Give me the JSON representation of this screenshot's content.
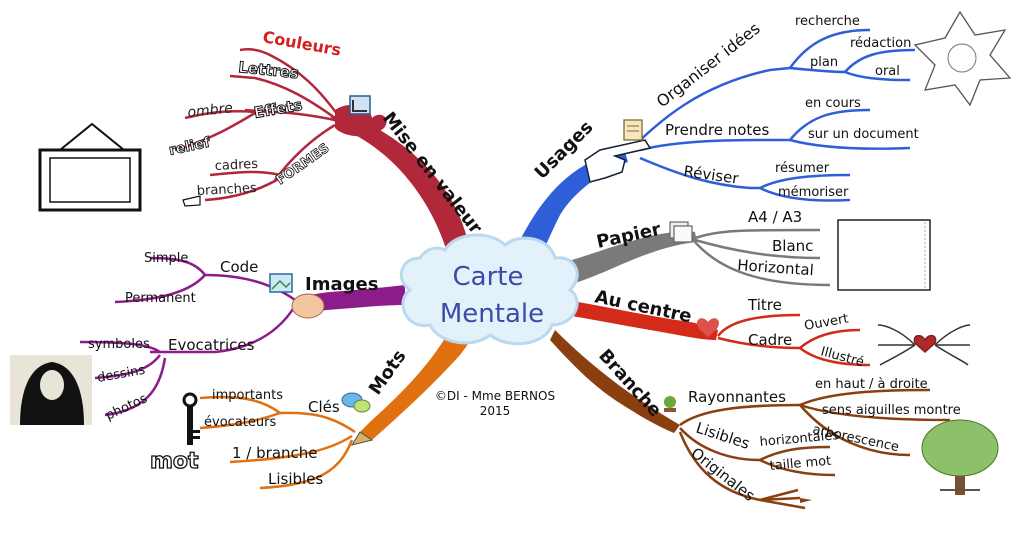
{
  "center": {
    "line1": "Carte",
    "line2": "Mentale"
  },
  "credit": {
    "line1": "©DI - Mme BERNOS",
    "line2": "2015"
  },
  "branches": {
    "mise_en_valeur": {
      "label": "Mise en valeur",
      "color": "#b0283a",
      "items": {
        "couleurs": "Couleurs",
        "lettres": "Lettres",
        "effets": "Effets",
        "ombre": "ombre",
        "relief": "relief",
        "cadres": "cadres",
        "branches": "branches",
        "formes": "FORMES"
      }
    },
    "usages": {
      "label": "Usages",
      "color": "#2f5fd8",
      "organiser": {
        "label": "Organiser idées",
        "recherche": "recherche",
        "plan": "plan",
        "redaction": "rédaction",
        "oral": "oral"
      },
      "prendre": {
        "label": "Prendre notes",
        "en_cours": "en cours",
        "sur_doc": "sur un document"
      },
      "reviser": {
        "label": "Réviser",
        "resumer": "résumer",
        "memoriser": "mémoriser"
      }
    },
    "papier": {
      "label": "Papier",
      "color": "#7a7a7a",
      "items": {
        "a4": "A4 / A3",
        "blanc": "Blanc",
        "horizontal": "Horizontal"
      }
    },
    "au_centre": {
      "label": "Au centre",
      "color": "#d42a1a",
      "items": {
        "titre": "Titre",
        "cadre": "Cadre",
        "ouvert": "Ouvert",
        "illustre": "Illustré"
      }
    },
    "branche": {
      "label": "Branche",
      "color": "#8a3f10",
      "items": {
        "rayonnantes": "Rayonnantes",
        "haut_droite": "en haut / à droite",
        "sens": "sens aiguilles montre",
        "arbo": "arborescence",
        "lisibles": "Lisibles",
        "horizontales": "horizontales",
        "taille": "taille mot",
        "originales": "Originales"
      }
    },
    "images": {
      "label": "Images",
      "color": "#8c1c8a",
      "items": {
        "code": "Code",
        "simple": "Simple",
        "permanent": "Permanent",
        "evocatrices": "Evocatrices",
        "symboles": "symboles",
        "dessins": "dessins",
        "photos": "photos"
      }
    },
    "mots": {
      "label": "Mots",
      "color": "#e07010",
      "items": {
        "cles": "Clés",
        "importants": "importants",
        "evocateurs": "évocateurs",
        "un_branche": "1 / branche",
        "lisibles": "Lisibles",
        "mot": "mot"
      }
    }
  },
  "icons": {
    "frame": "picture-frame-icon",
    "crop": "crop-tool-icon",
    "pointing_hand": "pointing-hand-icon",
    "notepad": "notepad-icon",
    "star_diagram": "question-star-icon",
    "document": "document-icon",
    "blank_paper": "blank-paper-icon",
    "heart": "heart-icon",
    "winged_heart": "winged-heart-icon",
    "tree": "tree-icon",
    "monalisa": "portrait-icon",
    "key": "key-icon",
    "pencil": "pencil-icon",
    "speech": "speech-bubble-icon",
    "image": "image-icon",
    "bonsai": "bonsai-icon"
  }
}
